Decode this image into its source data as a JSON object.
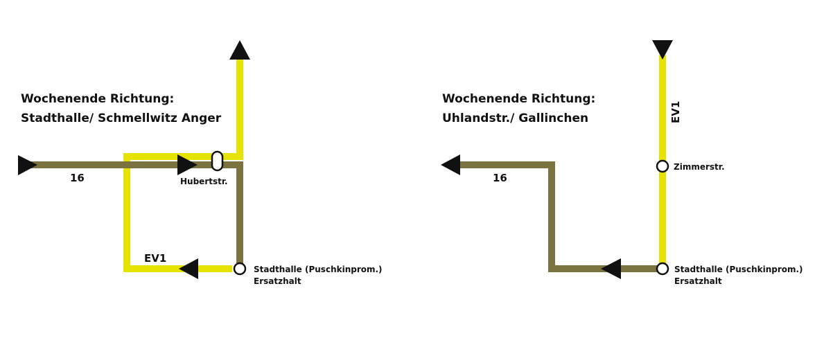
{
  "colors": {
    "line16": "#7a7340",
    "ev1": "#e7e300",
    "arrow": "#111111",
    "stop_fill": "#ffffff",
    "stop_stroke": "#111111"
  },
  "left": {
    "title_line1": "Wochenende Richtung:",
    "title_line2": "Stadthalle/ Schmellwitz Anger",
    "line16_label": "16",
    "ev1_label": "EV1",
    "stop_hubertstr": "Hubertstr.",
    "stop_stadthalle": "Stadthalle (Puschkinprom.)",
    "stop_ersatzhalt": "Ersatzhalt"
  },
  "right": {
    "title_line1": "Wochenende Richtung:",
    "title_line2": "Uhlandstr./ Gallinchen",
    "line16_label": "16",
    "ev1_label": "EV1",
    "stop_zimmerstr": "Zimmerstr.",
    "stop_stadthalle": "Stadthalle (Puschkinprom.)",
    "stop_ersatzhalt": "Ersatzhalt"
  }
}
